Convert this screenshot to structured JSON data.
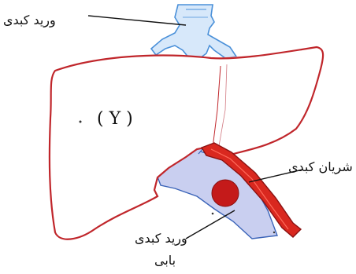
{
  "labels": {
    "hepatic_vein": "ورید کبدی",
    "hepatic_artery": "شریان کبدی",
    "portal_vein_line1": "ورید کبدی",
    "portal_vein_line2": "بابی",
    "organ_marker": "( Y )"
  },
  "colors": {
    "liver_outline": "#c0262b",
    "right_lobe_fill": "#f3c9cf",
    "hepatic_vein_fill": "#d7e8fa",
    "hepatic_vein_stroke": "#4a90d9",
    "portal_vein_fill": "#c9cff0",
    "artery_fill": "#d9281f",
    "artery_stroke": "#8a1212",
    "leader_line": "#111111"
  }
}
